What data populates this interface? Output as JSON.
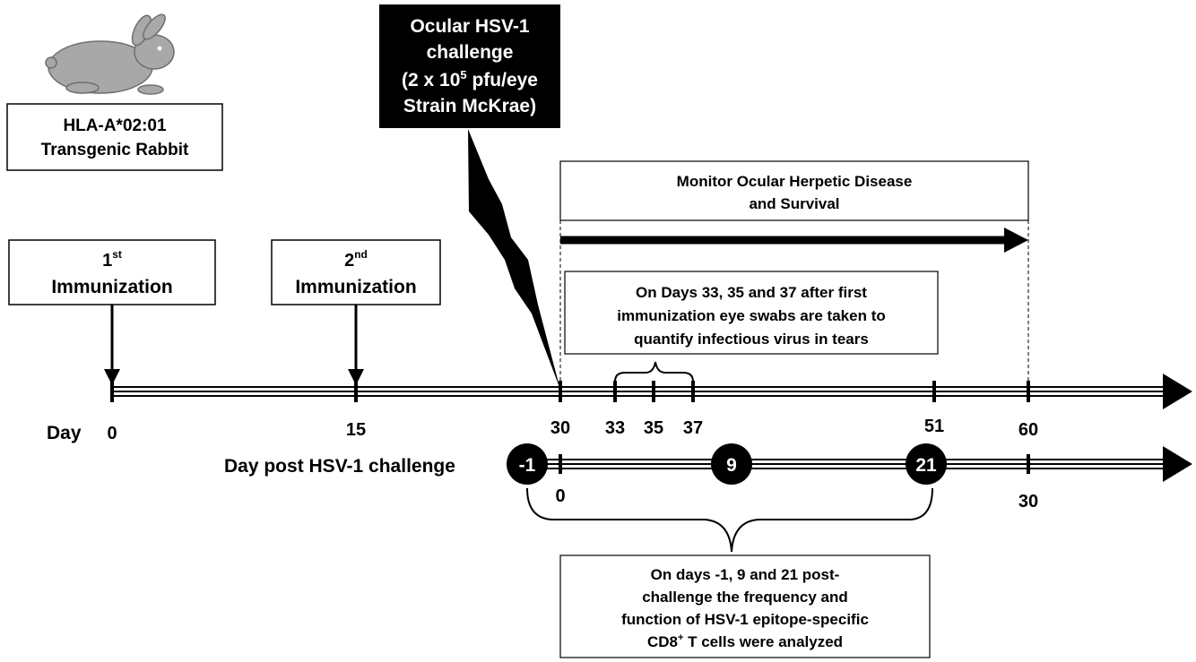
{
  "subject_box": {
    "line1": "HLA-A*02:01",
    "line2": "Transgenic Rabbit"
  },
  "challenge_box": {
    "line1": "Ocular HSV-1",
    "line2": "challenge",
    "line3_pre": "(2 x 10",
    "line3_sup": "5",
    "line3_post": " pfu/eye",
    "line4": "Strain McKrae)"
  },
  "immunization_1": {
    "ordinal": "1",
    "suffix": "st",
    "label": "Immunization"
  },
  "immunization_2": {
    "ordinal": "2",
    "suffix": "nd",
    "label": "Immunization"
  },
  "monitor_box": {
    "line1": "Monitor Ocular Herpetic Disease",
    "line2": "and Survival"
  },
  "swab_box": {
    "line1": "On Days 33, 35 and 37 after first",
    "line2": "immunization eye swabs are taken to",
    "line3": "quantify infectious virus in tears"
  },
  "analysis_box": {
    "line1": "On days -1, 9 and 21 post-",
    "line2": "challenge the frequency and",
    "line3": "function of HSV-1 epitope-specific",
    "line4_pre": "CD8",
    "line4_sup": "+",
    "line4_post": " T cells were analyzed"
  },
  "day_axis": {
    "label": "Day",
    "ticks": [
      "0",
      "15",
      "30",
      "33",
      "35",
      "37",
      "51",
      "60"
    ]
  },
  "challenge_axis": {
    "label": "Day post HSV-1 challenge",
    "ticks": [
      "0",
      "30"
    ],
    "markers": [
      "-1",
      "9",
      "21"
    ]
  }
}
